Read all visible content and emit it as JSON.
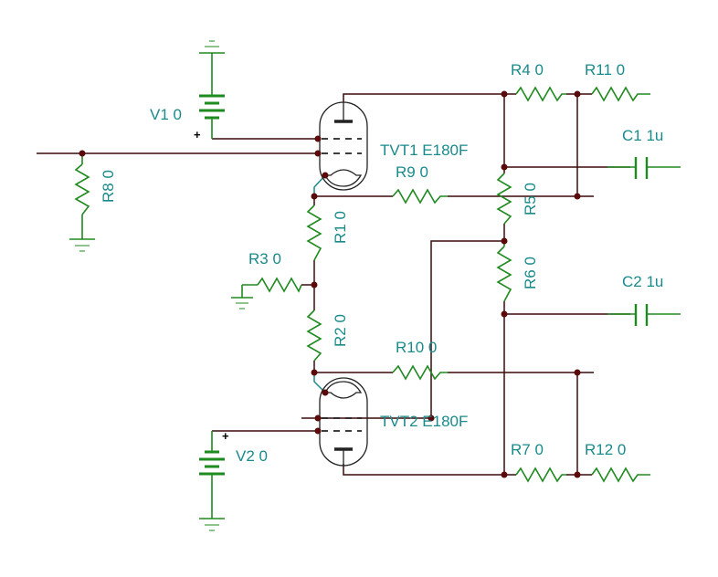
{
  "labels": {
    "v1": "V1 0",
    "v2": "V2 0",
    "r1": "R1 0",
    "r2": "R2 0",
    "r3": "R3 0",
    "r4": "R4 0",
    "r5": "R5 0",
    "r6": "R6 0",
    "r7": "R7 0",
    "r8": "R8 0",
    "r9": "R9 0",
    "r10": "R10 0",
    "r11": "R11 0",
    "r12": "R12 0",
    "c1": "C1 1u",
    "c2": "C2 1u",
    "tvt1": "TVT1 E180F",
    "tvt2": "TVT2 E180F",
    "plus": "+"
  },
  "colors": {
    "wire": "#3a0a0a",
    "component": "#1f8a1f",
    "label": "#1a8a8a",
    "junction": "#5a0a0a"
  }
}
